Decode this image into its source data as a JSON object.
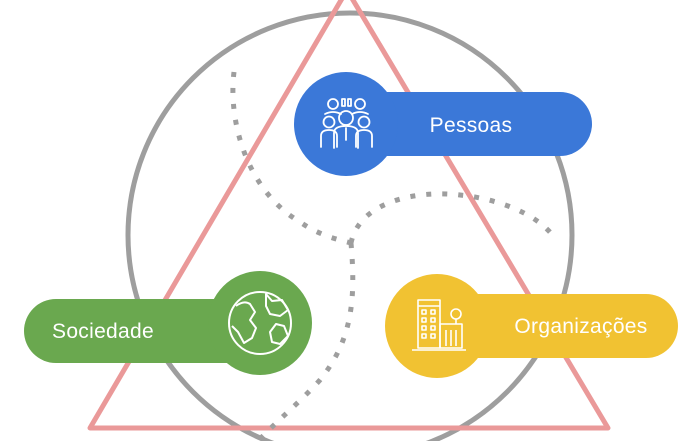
{
  "diagram": {
    "nodes": [
      {
        "id": "pessoas",
        "label": "Pessoas",
        "color": "#3b78d8",
        "icon": "people-group-icon"
      },
      {
        "id": "sociedade",
        "label": "Sociedade",
        "color": "#6aa84f",
        "icon": "globe-icon"
      },
      {
        "id": "organizacoes",
        "label": "Organizações",
        "color": "#f1c232",
        "icon": "buildings-icon"
      }
    ],
    "triangle_color": "#ea9999",
    "circle_color": "#9e9e9e",
    "dotted_line_color": "#9e9e9e"
  }
}
